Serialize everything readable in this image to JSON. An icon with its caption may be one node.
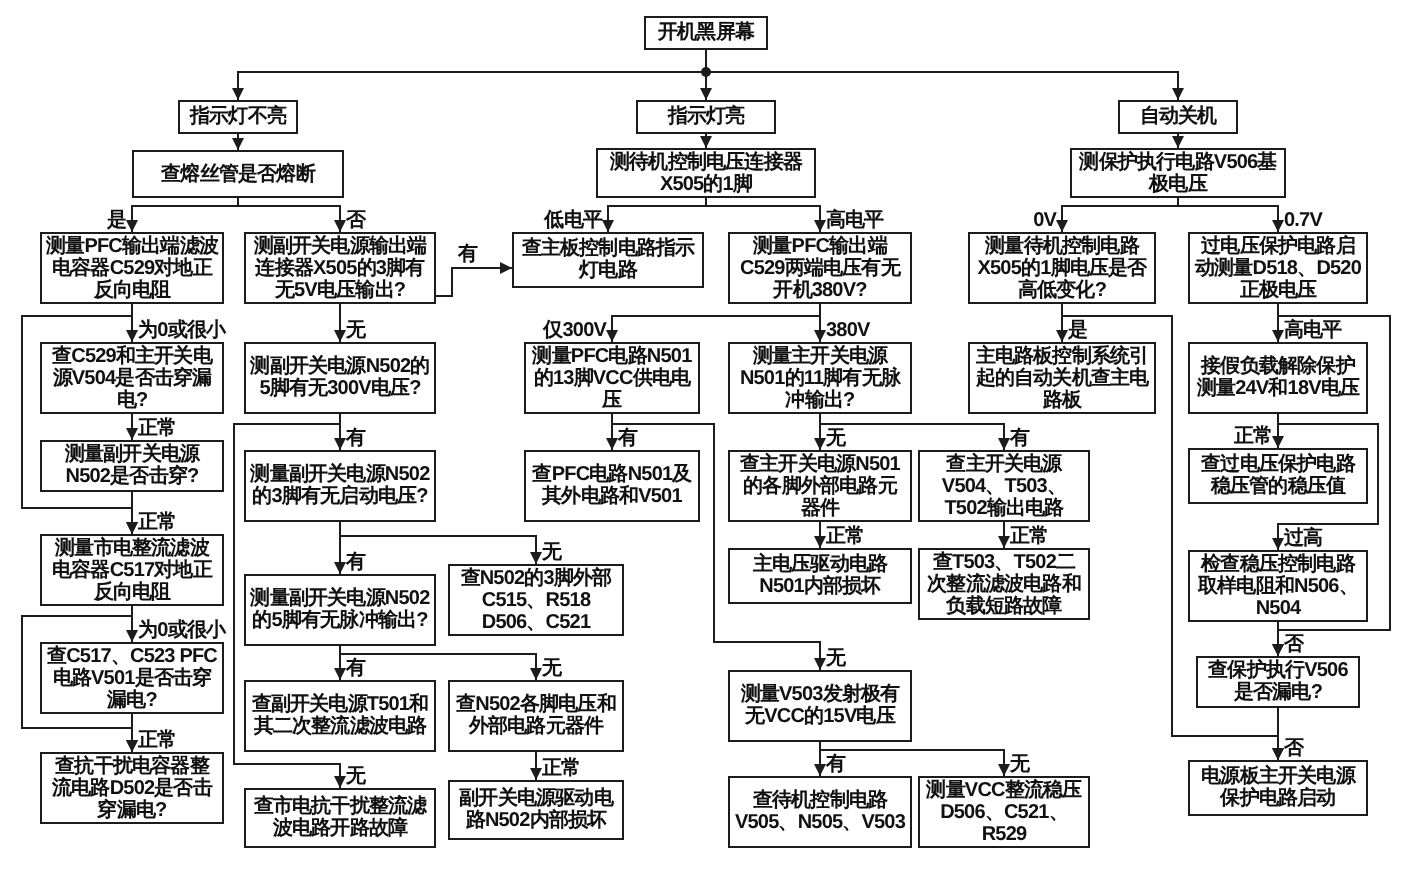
{
  "diagram": {
    "nodes": [
      {
        "text": [
          "开机黑屏幕"
        ]
      },
      {
        "text": [
          "指示灯不亮"
        ]
      },
      {
        "text": [
          "指示灯亮"
        ]
      },
      {
        "text": [
          "自动关机"
        ]
      },
      {
        "text": [
          "查熔丝管是否熔断"
        ]
      },
      {
        "text": [
          "测待机控制电压连接器X505的1脚"
        ]
      },
      {
        "text": [
          "测保护执行电路V506基极电压"
        ]
      },
      {
        "text": [
          "测量PFC输出端滤波电容器C529对地正反向电阻"
        ]
      },
      {
        "text": [
          "测副开关电源输出端连接器X505的3脚有无5V电压输出?"
        ]
      },
      {
        "text": [
          "查主板控制电路指示灯电路"
        ]
      },
      {
        "text": [
          "测量PFC输出端C529两端电压有无开机380V?"
        ]
      },
      {
        "text": [
          "测量待机控制电路X505的1脚电压是否高低变化?"
        ]
      },
      {
        "text": [
          "过电压保护电路启动测量D518、D520正极电压"
        ]
      },
      {
        "text": [
          "查C529和主开关电源V504是否击穿漏电?"
        ]
      },
      {
        "text": [
          "测副开关电源N502的5脚有无300V电压?"
        ]
      },
      {
        "text": [
          "测量PFC电路N501的13脚VCC供电电压"
        ]
      },
      {
        "text": [
          "测量主开关电源N501的11脚有无脉冲输出?"
        ]
      },
      {
        "text": [
          "主电路板控制系统引起的自动关机查主电路板"
        ]
      },
      {
        "text": [
          "接假负载解除保护测量24V和18V电压"
        ]
      },
      {
        "text": [
          "测量副开关电源N502是否击穿?"
        ]
      },
      {
        "text": [
          "测量副开关电源N502的3脚有无启动电压?"
        ]
      },
      {
        "text": [
          "查PFC电路N501及其外电路和V501"
        ]
      },
      {
        "text": [
          "查主开关电源N501的各脚外部电路元器件"
        ]
      },
      {
        "text": [
          "查主开关电源V504、T503、T502输出电路"
        ]
      },
      {
        "text": [
          "查过电压保护电路稳压管的稳压值"
        ]
      },
      {
        "text": [
          "测量市电整流滤波电容器C517对地正反向电阻"
        ]
      },
      {
        "text": [
          "测量副开关电源N502的5脚有无脉冲输出?"
        ]
      },
      {
        "text": [
          "查N502的3脚外部C515、R518 D506、C521"
        ]
      },
      {
        "text": [
          "主电压驱动电路N501内部损坏"
        ]
      },
      {
        "text": [
          "查T503、T502二次整流滤波电路和负载短路故障"
        ]
      },
      {
        "text": [
          "检查稳压控制电路取样电阻和N506、N504"
        ]
      },
      {
        "text": [
          "查C517、C523 PFC电路V501是否击穿漏电?"
        ]
      },
      {
        "text": [
          "查副开关电源T501和其二次整流滤波电路"
        ]
      },
      {
        "text": [
          "查N502各脚电压和外部电路元器件"
        ]
      },
      {
        "text": [
          "测量V503发射极有无VCC的15V电压"
        ]
      },
      {
        "text": [
          "查保护执行V506是否漏电?"
        ]
      },
      {
        "text": [
          "查抗干扰电容器整流电路D502是否击穿漏电?"
        ]
      },
      {
        "text": [
          "查市电抗干扰整流滤波电路开路故障"
        ]
      },
      {
        "text": [
          "副开关电源驱动电路N502内部损坏"
        ]
      },
      {
        "text": [
          "查待机控制电路V505、N505、V503"
        ]
      },
      {
        "text": [
          "测量VCC整流稳压D506、C521、R529"
        ]
      },
      {
        "text": [
          "电源板主开关电源保护电路启动"
        ]
      }
    ],
    "edges": [
      {
        "from": 0,
        "to": 1,
        "arrow": "to"
      },
      {
        "from": 0,
        "to": 2,
        "arrow": "to"
      },
      {
        "from": 0,
        "to": 3,
        "arrow": "to"
      },
      {
        "from": 1,
        "to": 4,
        "arrow": "to"
      },
      {
        "from": 2,
        "to": 5,
        "arrow": "to"
      },
      {
        "from": 3,
        "to": 6,
        "arrow": "to"
      },
      {
        "from": 4,
        "to": 7,
        "arrow": "to",
        "label": "是"
      },
      {
        "from": 4,
        "to": 8,
        "arrow": "to",
        "label": "否"
      },
      {
        "from": 5,
        "to": 9,
        "arrow": "to",
        "label": "低电平"
      },
      {
        "from": 5,
        "to": 10,
        "arrow": "to",
        "label": "高电平"
      },
      {
        "from": 6,
        "to": 11,
        "arrow": "to",
        "label": "0V"
      },
      {
        "from": 6,
        "to": 12,
        "arrow": "to",
        "label": "0.7V"
      },
      {
        "from": 7,
        "to": 13,
        "arrow": "to",
        "label": "为0或很小"
      },
      {
        "from": 7,
        "to": 25,
        "arrow": "to"
      },
      {
        "from": 13,
        "to": 19,
        "arrow": "to",
        "label": "正常"
      },
      {
        "from": 19,
        "to": 25,
        "arrow": "to",
        "label": "正常"
      },
      {
        "from": 25,
        "to": 31,
        "arrow": "to",
        "label": "为0或很小"
      },
      {
        "from": 25,
        "to": 36,
        "arrow": "to"
      },
      {
        "from": 31,
        "to": 36,
        "arrow": "to",
        "label": "正常"
      },
      {
        "from": 8,
        "to": 14,
        "arrow": "to",
        "label": "无"
      },
      {
        "from": 8,
        "to": 9,
        "arrow": "to",
        "label": "有"
      },
      {
        "from": 14,
        "to": 20,
        "arrow": "to",
        "label": "有"
      },
      {
        "from": 14,
        "to": 37,
        "arrow": "to",
        "label": "无"
      },
      {
        "from": 20,
        "to": 26,
        "arrow": "to",
        "label": "有"
      },
      {
        "from": 20,
        "to": 27,
        "arrow": "to",
        "label": "无"
      },
      {
        "from": 26,
        "to": 32,
        "arrow": "to",
        "label": "有"
      },
      {
        "from": 26,
        "to": 33,
        "arrow": "to",
        "label": "无"
      },
      {
        "from": 33,
        "to": 38,
        "arrow": "to",
        "label": "正常"
      },
      {
        "from": 10,
        "to": 15,
        "arrow": "to",
        "label": "仅300V"
      },
      {
        "from": 10,
        "to": 16,
        "arrow": "to",
        "label": "380V"
      },
      {
        "from": 15,
        "to": 21,
        "arrow": "to",
        "label": "有"
      },
      {
        "from": 15,
        "to": 34,
        "arrow": "to",
        "label": "无"
      },
      {
        "from": 16,
        "to": 22,
        "arrow": "to",
        "label": "无"
      },
      {
        "from": 16,
        "to": 23,
        "arrow": "to",
        "label": "有"
      },
      {
        "from": 22,
        "to": 28,
        "arrow": "to",
        "label": "正常"
      },
      {
        "from": 23,
        "to": 29,
        "arrow": "to",
        "label": "正常"
      },
      {
        "from": 34,
        "to": 39,
        "arrow": "to",
        "label": "有"
      },
      {
        "from": 34,
        "to": 40,
        "arrow": "to",
        "label": "无"
      },
      {
        "from": 11,
        "to": 17,
        "arrow": "to",
        "label": "是"
      },
      {
        "from": 11,
        "to": 41,
        "arrow": "to"
      },
      {
        "from": 12,
        "to": 18,
        "arrow": "to",
        "label": "高电平"
      },
      {
        "from": 12,
        "to": 35,
        "arrow": "to"
      },
      {
        "from": 18,
        "to": 24,
        "arrow": "to",
        "label": "正常"
      },
      {
        "from": 18,
        "to": 30,
        "arrow": "to",
        "label": "过高"
      },
      {
        "from": 30,
        "to": 35,
        "arrow": "to",
        "label": "否"
      },
      {
        "from": 35,
        "to": 41,
        "arrow": "to",
        "label": "否"
      }
    ]
  }
}
